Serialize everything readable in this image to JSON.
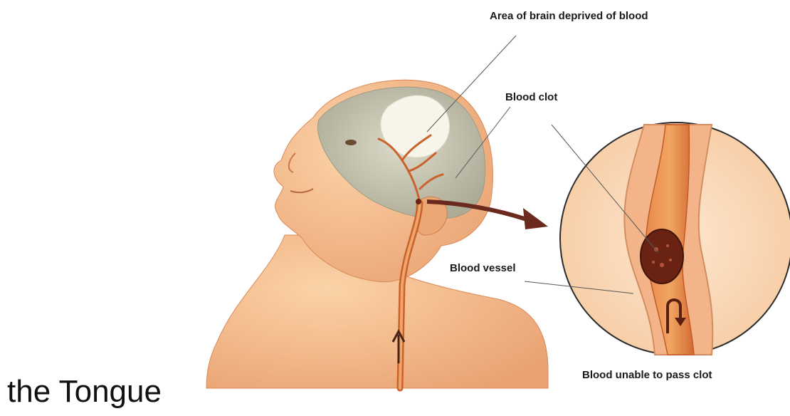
{
  "labels": {
    "area_deprived": "Area of brain deprived of blood",
    "blood_clot": "Blood clot",
    "blood_vessel": "Blood vessel",
    "unable_to_pass": "Blood unable to pass clot"
  },
  "caption": "the Tongue",
  "colors": {
    "skin": "#f3b985",
    "skin_shadow": "#e49b68",
    "brain": "#c9c6b0",
    "vessel": "#d2692f",
    "clot": "#6a2313",
    "arrow": "#6b2a1e"
  }
}
